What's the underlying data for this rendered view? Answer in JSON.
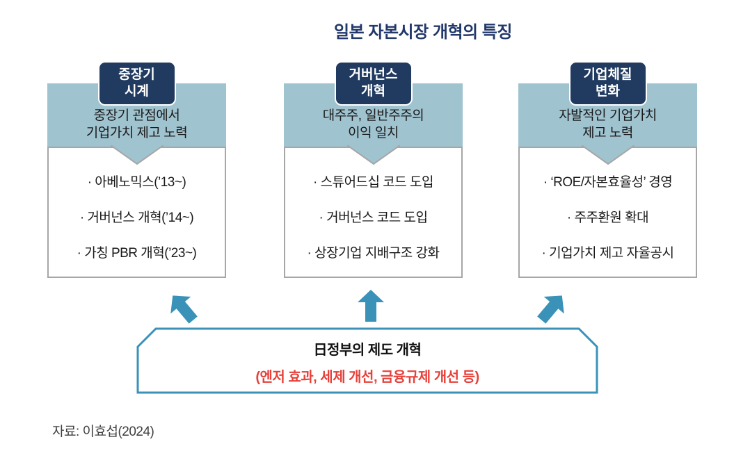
{
  "title": "일본 자본시장 개혁의 특징",
  "columns": [
    {
      "badge": "중장기\n시계",
      "header": "중장기 관점에서\n기업가치 제고 노력",
      "items": [
        "· 아베노믹스(’13~)",
        "· 거버넌스 개혁(’14~)",
        "· 가칭 PBR 개혁(’23~)"
      ]
    },
    {
      "badge": "거버넌스\n개혁",
      "header": "대주주, 일반주주의\n이익 일치",
      "items": [
        "· 스튜어드십 코드 도입",
        "· 거버넌스 코드 도입",
        "· 상장기업 지배구조 강화"
      ]
    },
    {
      "badge": "기업체질\n변화",
      "header": "자발적인 기업가치\n제고 노력",
      "items": [
        "· ‘ROE/자본효율성’ 경영",
        "· 주주환원 확대",
        "· 기업가치 제고 자율공시"
      ]
    }
  ],
  "bottom_box": {
    "title": "日정부의 제도 개혁",
    "subtitle": "(엔저 효과, 세제 개선, 금융규제 개선 등)"
  },
  "source": "자료: 이효섭(2024)",
  "colors": {
    "title_navy": "#22386B",
    "badge_navy": "#203A60",
    "header_blue": "#A0C3D0",
    "border_gray": "#A6A6A6",
    "teal_accent": "#3A92B9",
    "subtitle_red": "#E8403A"
  }
}
